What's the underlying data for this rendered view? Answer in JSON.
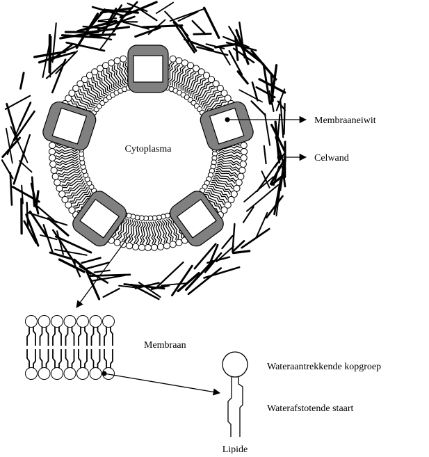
{
  "diagram": {
    "center_label": "Cytoplasma",
    "labels": {
      "membraneiwit": "Membraaneiwit",
      "celwand": "Celwand",
      "membraan": "Membraan",
      "kopgroep": "Wateraantrekkende kopgroep",
      "staart": "Waterafstotende staart",
      "lipide": "Lipide"
    },
    "colors": {
      "protein_fill": "#808080",
      "line": "#000000",
      "background": "#ffffff"
    }
  }
}
